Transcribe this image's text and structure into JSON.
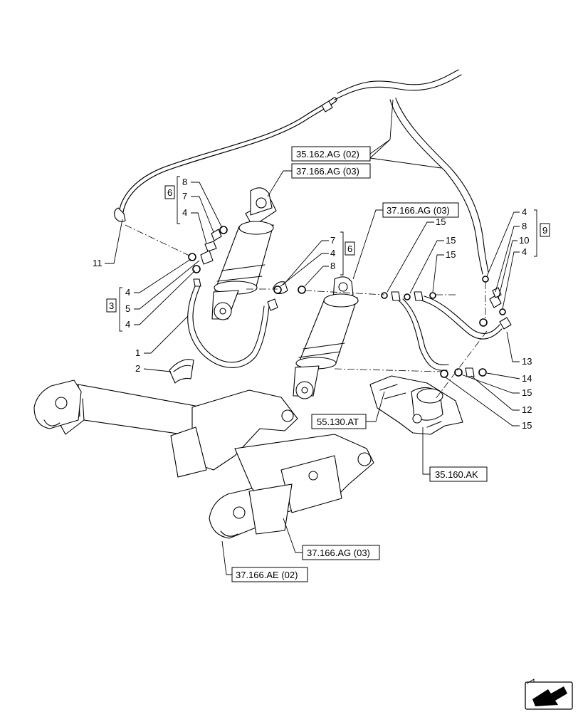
{
  "reference_labels": [
    {
      "id": "ref-35-162-ag-02",
      "text": "35.162.AG (02)"
    },
    {
      "id": "ref-37-166-ag-03-top",
      "text": "37.166.AG (03)"
    },
    {
      "id": "ref-37-166-ag-03-right",
      "text": "37.166.AG (03)"
    },
    {
      "id": "ref-55-130-at",
      "text": "55.130.AT"
    },
    {
      "id": "ref-35-160-ak",
      "text": "35.160.AK"
    },
    {
      "id": "ref-37-166-ag-03-bottom",
      "text": "37.166.AG (03)"
    },
    {
      "id": "ref-37-166-ae-02",
      "text": "37.166.AE (02)"
    }
  ],
  "group_labels": [
    {
      "id": "group-6-left",
      "text": "6"
    },
    {
      "id": "group-6-mid",
      "text": "6"
    },
    {
      "id": "group-3",
      "text": "3"
    },
    {
      "id": "group-9",
      "text": "9"
    }
  ],
  "callouts": {
    "c11": "11",
    "c8a": "8",
    "c7a": "7",
    "c4a": "4",
    "c4b": "4",
    "c5": "5",
    "c4c": "4",
    "c1": "1",
    "c2": "2",
    "c7b": "7",
    "c4d": "4",
    "c8b": "8",
    "c15a": "15",
    "c15b": "15",
    "c15c": "15",
    "c4e": "4",
    "c8c": "8",
    "c10": "10",
    "c4f": "4",
    "c13": "13",
    "c14": "14",
    "c15d": "15",
    "c12": "12",
    "c15e": "15"
  },
  "icons": {
    "nav_arrow": "next-page-arrow-icon"
  }
}
